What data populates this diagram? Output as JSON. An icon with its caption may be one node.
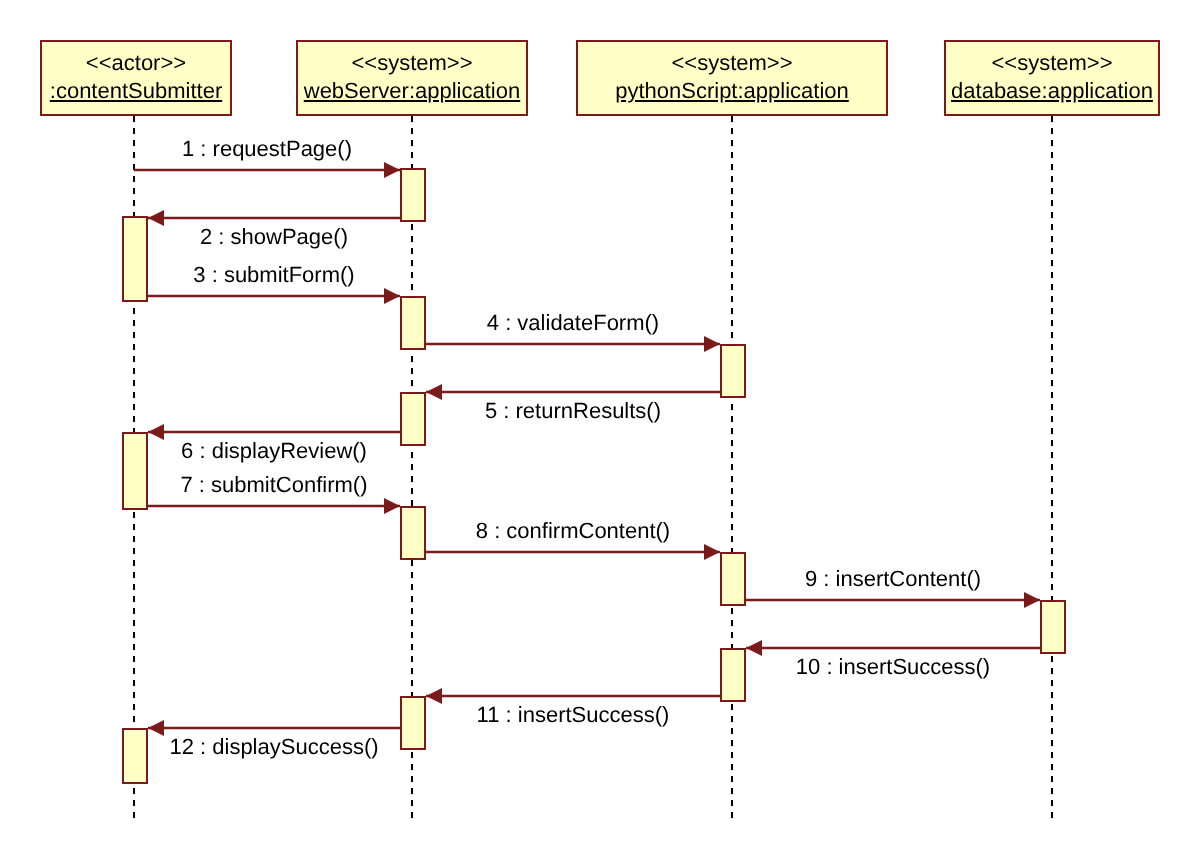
{
  "diagram": {
    "nodes": [
      {
        "text": [
          "<<actor>>",
          ":contentSubmitter"
        ]
      },
      {
        "text": [
          "<<system>>",
          "webServer:application"
        ]
      },
      {
        "text": [
          "<<system>>",
          "pythonScript:application"
        ]
      },
      {
        "text": [
          "<<system>>",
          "database:application"
        ]
      },
      {
        "text": [],
        "shape": "bar"
      },
      {
        "text": [],
        "shape": "bar"
      },
      {
        "text": [],
        "shape": "bar"
      },
      {
        "text": [],
        "shape": "bar"
      },
      {
        "text": [],
        "shape": "bar"
      },
      {
        "text": [],
        "shape": "bar"
      },
      {
        "text": [],
        "shape": "bar"
      },
      {
        "text": [],
        "shape": "bar"
      },
      {
        "text": [],
        "shape": "bar"
      },
      {
        "text": [],
        "shape": "bar"
      },
      {
        "text": [],
        "shape": "bar"
      },
      {
        "text": [],
        "shape": "bar"
      }
    ],
    "edges": [
      {
        "from": null,
        "to": 4,
        "arrow": "to",
        "label": "1 : requestPage()"
      },
      {
        "from": 4,
        "to": 5,
        "arrow": "to",
        "label": "2 : showPage()"
      },
      {
        "from": 5,
        "to": 6,
        "arrow": "to",
        "label": "3 : submitForm()"
      },
      {
        "from": 6,
        "to": 7,
        "arrow": "to",
        "label": "4 : validateForm()"
      },
      {
        "from": 7,
        "to": 8,
        "arrow": "to",
        "label": "5 : returnResults()"
      },
      {
        "from": 8,
        "to": 9,
        "arrow": "to",
        "label": "6 : displayReview()"
      },
      {
        "from": 9,
        "to": 10,
        "arrow": "to",
        "label": "7 : submitConfirm()"
      },
      {
        "from": 10,
        "to": 11,
        "arrow": "to",
        "label": "8 : confirmContent()"
      },
      {
        "from": 11,
        "to": 12,
        "arrow": "to",
        "label": "9 : insertContent()"
      },
      {
        "from": 12,
        "to": 13,
        "arrow": "to",
        "label": "10 : insertSuccess()"
      },
      {
        "from": 13,
        "to": 14,
        "arrow": "to",
        "label": "11 : insertSuccess()"
      },
      {
        "from": 14,
        "to": 15,
        "arrow": "to",
        "label": "12 : displaySuccess()"
      }
    ]
  }
}
